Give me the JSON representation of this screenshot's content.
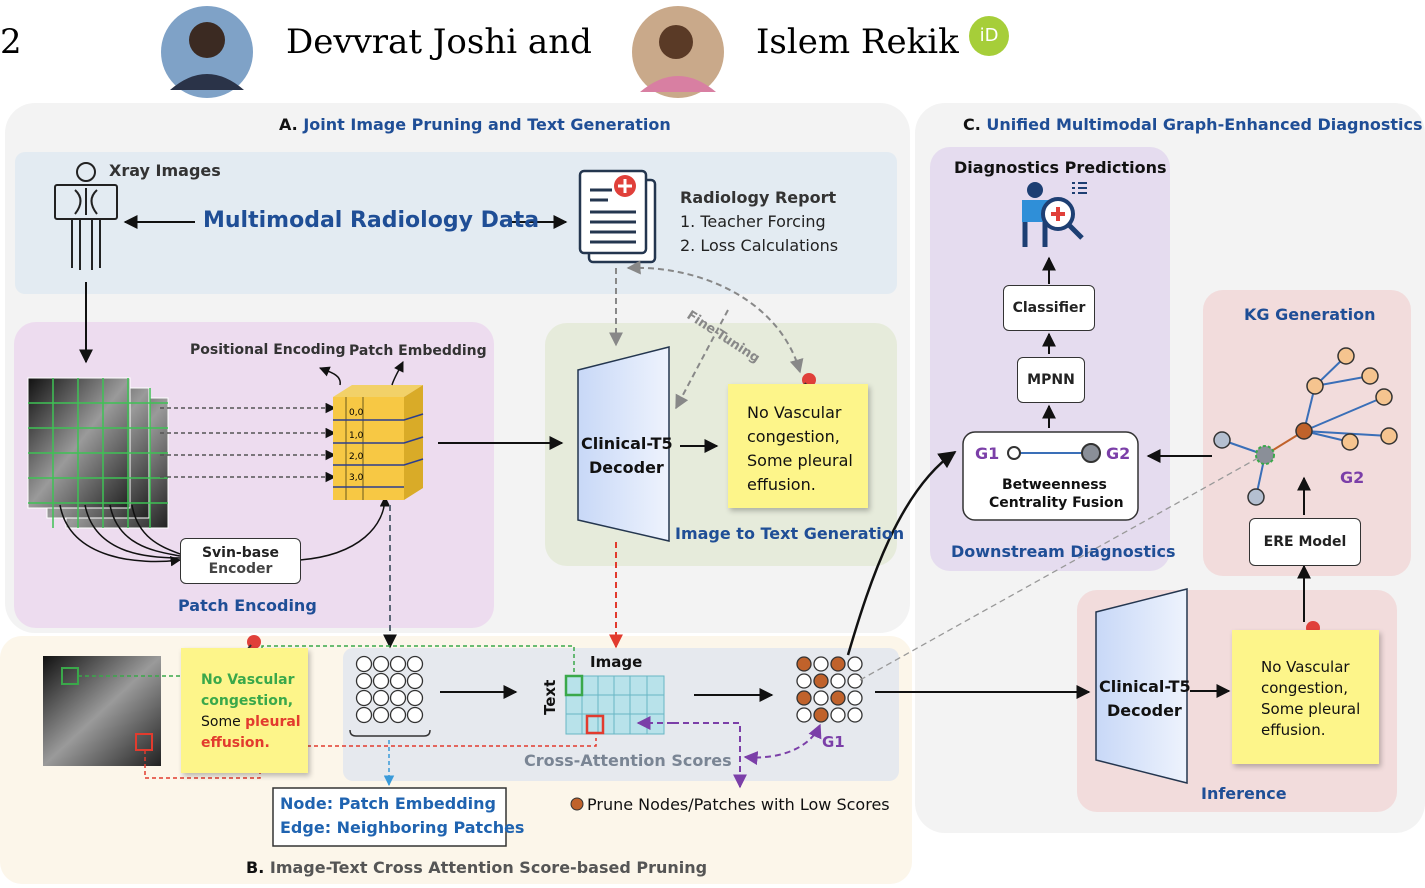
{
  "header": {
    "page_number": "2",
    "authors_text_1": "Devvrat Joshi and",
    "authors_text_2": "Islem Rekik",
    "orcid_label": "iD"
  },
  "section_a": {
    "title_prefix": "A.",
    "title": "Joint Image Pruning and Text Generation",
    "xray_label": "Xray Images",
    "center_title": "Multimodal Radiology Data",
    "report_title": "Radiology Report",
    "report_item_1": "1. Teacher Forcing",
    "report_item_2": "2. Loss Calculations",
    "positional_encoding": "Positional Encoding",
    "patch_embedding": "Patch Embedding",
    "patch_labels": [
      "0,0",
      "1,0",
      "2,0",
      "3,0"
    ],
    "encoder_line1": "Svin-base",
    "encoder_line2": "Encoder",
    "patch_encoding": "Patch Encoding",
    "decoder_line1": "Clinical-T5",
    "decoder_line2": "Decoder",
    "fine_tuning": "Fine-Tuning",
    "note_lines": [
      "No Vascular",
      "congestion,",
      "Some pleural",
      "effusion."
    ],
    "image_to_text": "Image to Text Generation"
  },
  "section_b": {
    "title_prefix": "B.",
    "title": "Image-Text Cross Attention Score-based Pruning",
    "note_line1": "No Vascular",
    "note_line2": "congestion,",
    "note_line3a": "Some ",
    "note_line3b": "pleural",
    "note_line4": "effusion.",
    "image_label": "Image",
    "text_label": "Text",
    "cross_attention": "Cross-Attention Scores",
    "g1_label": "G1",
    "node_label": "Node: Patch Embedding",
    "edge_label": "Edge: Neighboring Patches",
    "prune_label": "Prune Nodes/Patches with Low Scores"
  },
  "section_c": {
    "title_prefix": "C.",
    "title": "Unified Multimodal Graph-Enhanced Diagnostics",
    "predictions": "Diagnostics Predictions",
    "classifier": "Classifier",
    "mpnn": "MPNN",
    "g1": "G1",
    "g2": "G2",
    "fusion_line1": "Betweenness",
    "fusion_line2": "Centrality Fusion",
    "downstream": "Downstream Diagnostics",
    "kg_generation": "KG Generation",
    "kg_g2": "G2",
    "ere_model": "ERE Model",
    "decoder_line1": "Clinical-T5",
    "decoder_line2": "Decoder",
    "inference": "Inference",
    "note_lines": [
      "No Vascular",
      "congestion,",
      "Some pleural",
      "effusion."
    ]
  },
  "colors": {
    "accent_blue": "#1f4e96",
    "pruned_node": "#c0622b",
    "kg_node": "#f5c48f",
    "green_mark": "#3aa84a",
    "red_mark": "#e23b2e",
    "purple_label": "#7b3fa8",
    "orcid": "#a6ce39"
  }
}
